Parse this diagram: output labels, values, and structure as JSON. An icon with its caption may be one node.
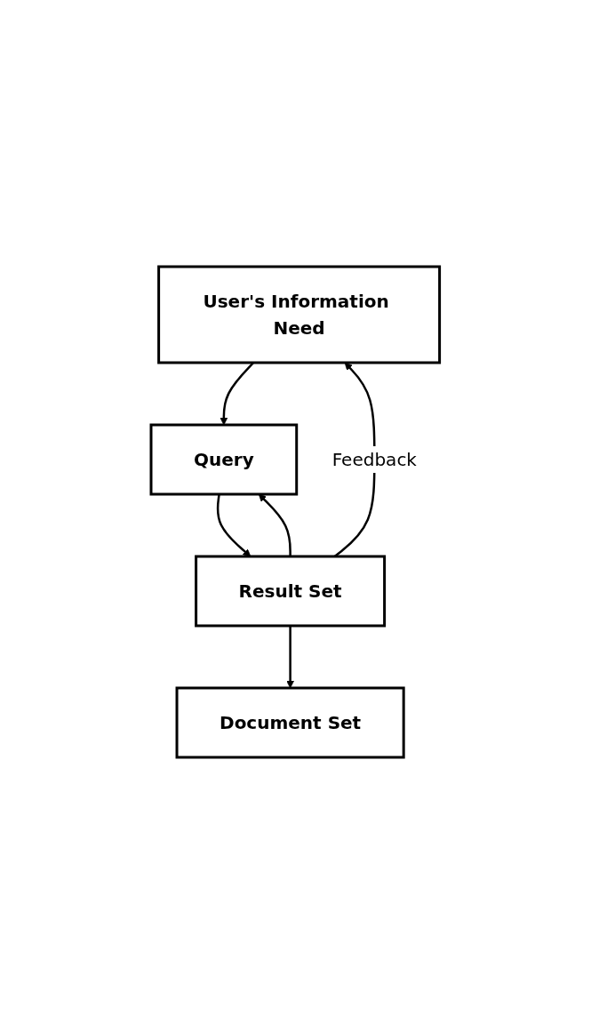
{
  "diagram": {
    "nodes": [
      {
        "text": [
          "User's Information Need"
        ]
      },
      {
        "text": [
          "Query"
        ]
      },
      {
        "text": [
          "Result Set"
        ]
      },
      {
        "text": [
          "Document Set"
        ]
      }
    ],
    "edges": [
      {
        "from": 0,
        "to": 1,
        "arrow": "to"
      },
      {
        "from": 1,
        "to": 2,
        "arrow": "to"
      },
      {
        "from": 2,
        "to": 3,
        "arrow": "to"
      },
      {
        "from": 2,
        "to": 0,
        "arrow": "to",
        "label": "Feedback"
      },
      {
        "from": 2,
        "to": 1,
        "arrow": "to"
      }
    ]
  }
}
